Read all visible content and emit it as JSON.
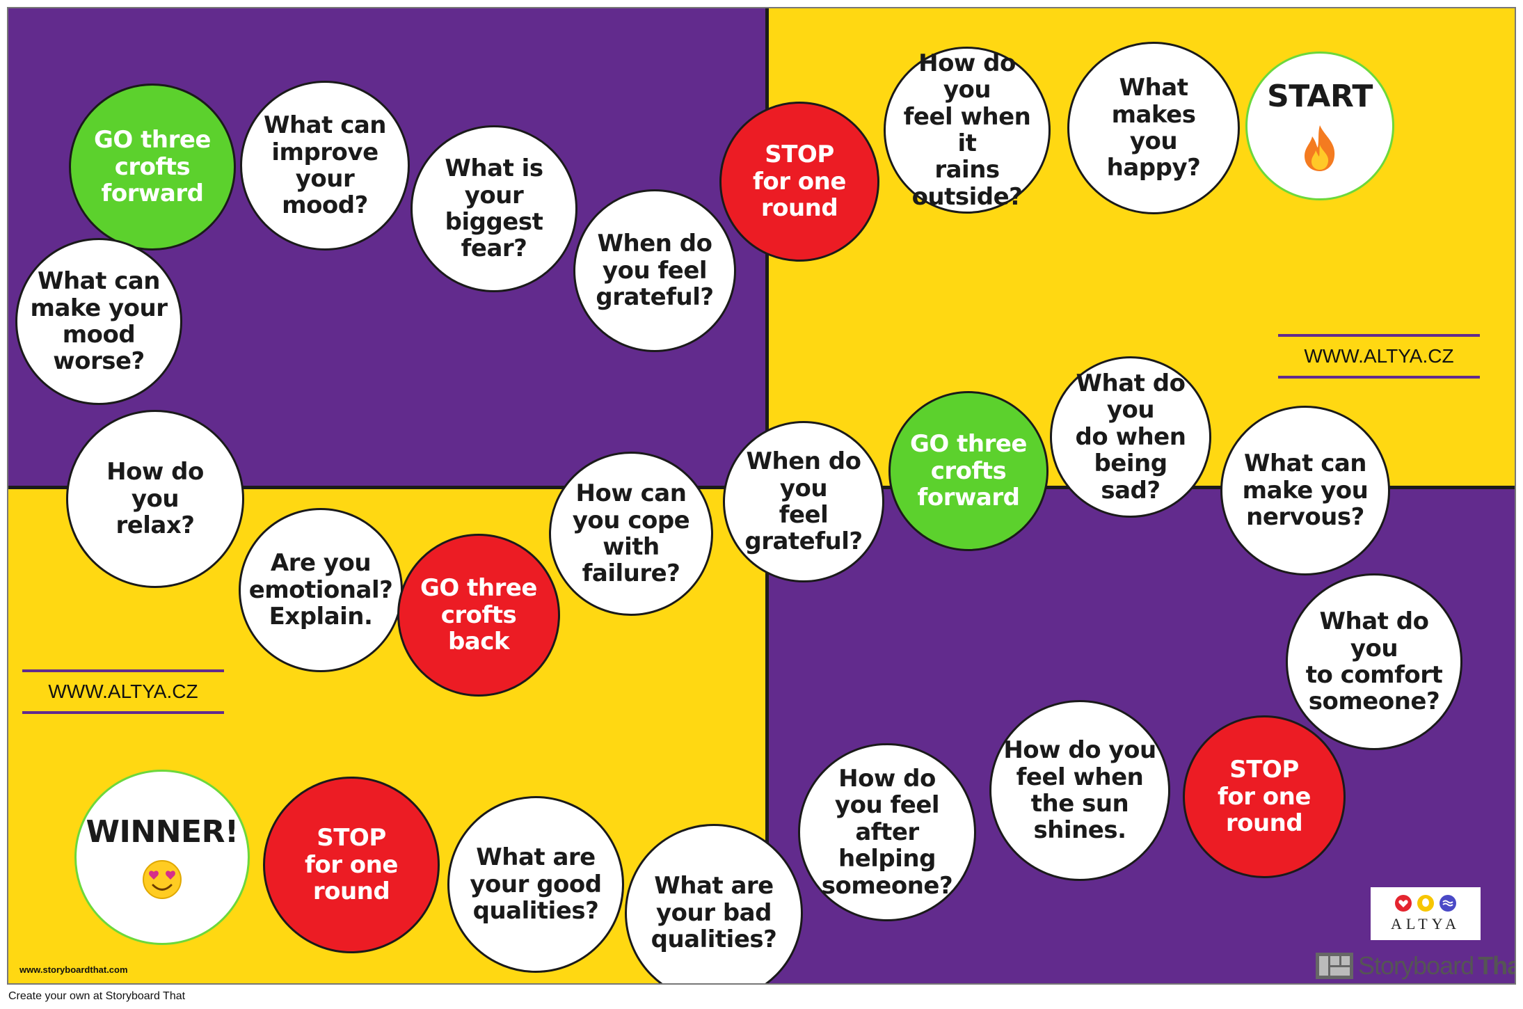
{
  "spaces": [
    {
      "label": "START",
      "color": "white-green-border",
      "icon": "fire-icon"
    },
    {
      "label": "What makes\nyou happy?",
      "color": "white"
    },
    {
      "label": "How do you\nfeel when it\nrains\noutside?",
      "color": "white"
    },
    {
      "label": "STOP\nfor one round",
      "color": "red"
    },
    {
      "label": "When do\nyou feel\ngrateful?",
      "color": "white"
    },
    {
      "label": "What is your\nbiggest fear?",
      "color": "white"
    },
    {
      "label": "What can\nimprove your\nmood?",
      "color": "white"
    },
    {
      "label": "GO three\ncrofts\nforward",
      "color": "green"
    },
    {
      "label": "What can\nmake your\nmood\nworse?",
      "color": "white"
    },
    {
      "label": "How do you\nrelax?",
      "color": "white"
    },
    {
      "label": "Are you\nemotional?\nExplain.",
      "color": "white"
    },
    {
      "label": "GO three\ncrofts\nback",
      "color": "red"
    },
    {
      "label": "How can\nyou cope\nwith\nfailure?",
      "color": "white"
    },
    {
      "label": "When do you\nfeel grateful?",
      "color": "white"
    },
    {
      "label": "GO three\ncrofts\nforward",
      "color": "green"
    },
    {
      "label": "What do you\ndo when\nbeing sad?",
      "color": "white"
    },
    {
      "label": "What can\nmake you\nnervous?",
      "color": "white"
    },
    {
      "label": "What do you\nto comfort\nsomeone?",
      "color": "white"
    },
    {
      "label": "STOP\nfor one round",
      "color": "red"
    },
    {
      "label": "How do you\nfeel when\nthe sun\nshines.",
      "color": "white"
    },
    {
      "label": "How do you feel\nafter helping\nsomeone?",
      "color": "white"
    },
    {
      "label": "What are\nyour bad\nqualities?",
      "color": "white"
    },
    {
      "label": "What are\nyour good\nqualities?",
      "color": "white"
    },
    {
      "label": "STOP\nfor one round",
      "color": "red"
    },
    {
      "label": "WINNER!",
      "color": "white-green-border",
      "icon": "heart-eyes-emoji-icon"
    }
  ],
  "site_labels": [
    "WWW.ALTYA.CZ",
    "WWW.ALTYA.CZ"
  ],
  "colors": {
    "purple": "#622b8d",
    "yellow": "#ffd812",
    "red": "#ec1c24",
    "green": "#5cd12d",
    "start_border": "#6cd83b"
  },
  "logo": {
    "brand": "ALTYA"
  },
  "storyboard": {
    "logo_light": "Storyboard",
    "logo_bold": "That",
    "url": "www.storyboardthat.com"
  },
  "footer": "Create your own at Storyboard That"
}
